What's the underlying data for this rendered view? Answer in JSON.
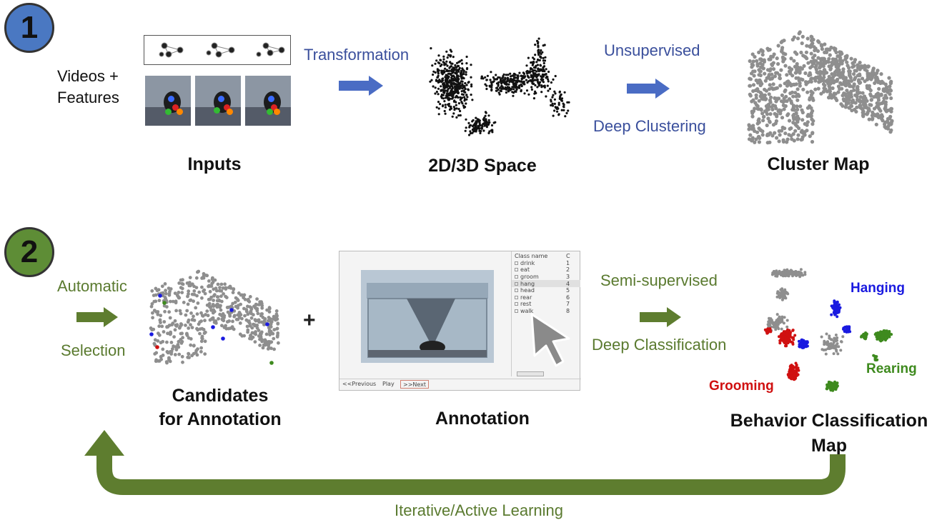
{
  "step1": {
    "number": "1",
    "inputs_label_line1": "Videos +",
    "inputs_label_line2": "Features",
    "inputs_caption": "Inputs",
    "transform_label": "Transformation",
    "space_caption": "2D/3D Space",
    "unsupervised_label": "Unsupervised",
    "deep_clustering_label": "Deep Clustering",
    "cluster_caption": "Cluster Map"
  },
  "step2": {
    "number": "2",
    "automatic_label": "Automatic",
    "selection_label": "Selection",
    "candidates_caption_line1": "Candidates",
    "candidates_caption_line2": "for Annotation",
    "plus_sign": "+",
    "annotation_caption": "Annotation",
    "semi_supervised_label": "Semi-supervised",
    "deep_classification_label": "Deep Classification",
    "classification_caption_line1": "Behavior Classification",
    "classification_caption_line2": "Map",
    "hanging_label": "Hanging",
    "rearing_label": "Rearing",
    "grooming_label": "Grooming"
  },
  "annotation_tool": {
    "header_class": "Class name",
    "header_code": "C",
    "classes": [
      {
        "name": "drink",
        "code": "1"
      },
      {
        "name": "eat",
        "code": "2"
      },
      {
        "name": "groom",
        "code": "3"
      },
      {
        "name": "hang",
        "code": "4"
      },
      {
        "name": "head",
        "code": "5"
      },
      {
        "name": "rear",
        "code": "6"
      },
      {
        "name": "rest",
        "code": "7"
      },
      {
        "name": "walk",
        "code": "8"
      }
    ],
    "prev_button": "<<Previous",
    "play_button": "Play",
    "next_button": ">>Next"
  },
  "loop_label": "Iterative/Active Learning",
  "colors": {
    "blue_arrow": "#4a6cc4",
    "green_arrow": "#5e7d2f",
    "badge_blue": "#4a78c2",
    "badge_green": "#5e8d36",
    "grooming": "#d01010",
    "hanging": "#1a1ae0",
    "rearing": "#3e8a1e",
    "gray_points": "#8e8e8e"
  }
}
